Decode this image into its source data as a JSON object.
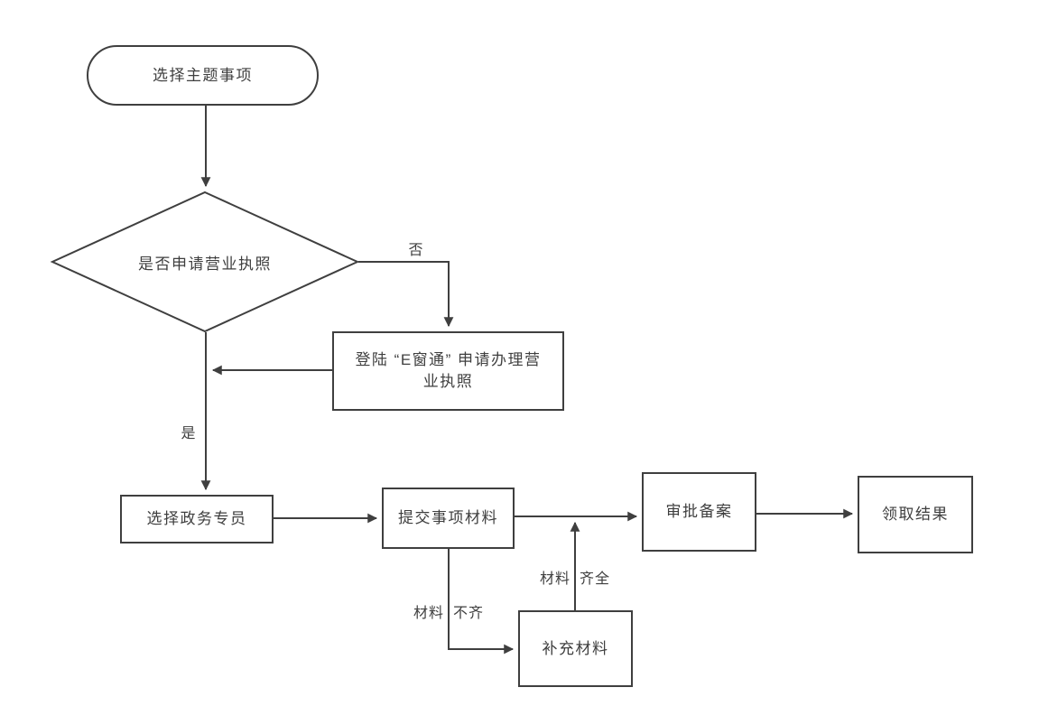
{
  "diagram": {
    "type": "flowchart",
    "colors": {
      "stroke": "#3f3f3f",
      "text": "#3f3f3f",
      "background": "#ffffff"
    },
    "nodes": {
      "start": {
        "label": "选择主题事项",
        "shape": "terminator"
      },
      "decision": {
        "label": "是否申请营业执照",
        "shape": "decision"
      },
      "ewindow": {
        "label": "登陆 “E窗通” 申请办理营业执照",
        "shape": "process"
      },
      "select_agent": {
        "label": "选择政务专员",
        "shape": "process"
      },
      "submit": {
        "label": "提交事项材料",
        "shape": "process"
      },
      "approve": {
        "label": "审批备案",
        "shape": "process"
      },
      "result": {
        "label": "领取结果",
        "shape": "process"
      },
      "supplement": {
        "label": "补充材料",
        "shape": "process"
      }
    },
    "edge_labels": {
      "no": "否",
      "yes": "是",
      "incomplete_left": "材料",
      "incomplete_right": "不齐",
      "complete_left": "材料",
      "complete_right": "齐全"
    }
  }
}
